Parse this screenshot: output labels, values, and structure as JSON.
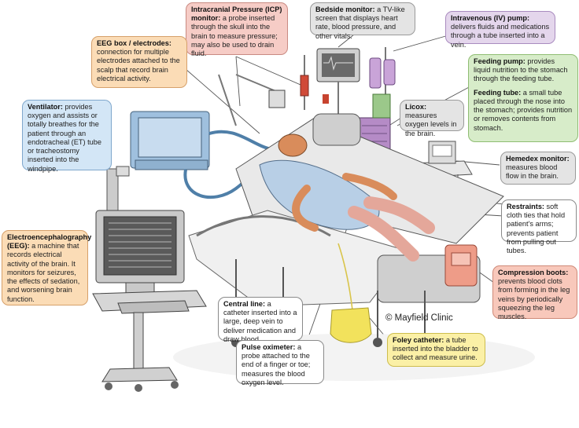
{
  "copyright": "© Mayfield Clinic",
  "callouts": {
    "icp": {
      "title": "Intracranial Pressure (ICP) monitor:",
      "text": " a probe inserted through the skull into the brain to measure pressure; may also be used to drain fluid."
    },
    "bedside": {
      "title": "Bedside monitor:",
      "text": " a TV-like screen that displays heart rate, blood pressure, and other vitals."
    },
    "iv": {
      "title": "Intravenous (IV) pump:",
      "text": " delivers fluids and medications through a tube inserted into a vein."
    },
    "eegbox": {
      "title": "EEG box / electrodes:",
      "text": " connection for multiple electrodes attached to the scalp that record brain electrical activity."
    },
    "feeding": {
      "title": "Feeding pump:",
      "text": " provides liquid nutrition to the stomach through the feeding tube.",
      "title2": "Feeding tube:",
      "text2": " a small tube placed through the nose into the stomach; provides nutrition or removes contents from stomach."
    },
    "ventilator": {
      "title": "Ventilator:",
      "text": " provides oxygen and assists or totally breathes for the patient through an endotracheal (ET) tube or tracheostomy inserted into the windpipe."
    },
    "licox": {
      "title": "Licox:",
      "text": " measures oxygen levels in the brain."
    },
    "hemedex": {
      "title": "Hemedex monitor:",
      "text": " measures blood flow in the brain."
    },
    "restraints": {
      "title": "Restraints:",
      "text": " soft cloth ties that hold patient's arms; prevents patient from pulling out tubes."
    },
    "eeg": {
      "title": "Electroencephalography (EEG):",
      "text": " a machine that records electrical activity of the brain. It monitors for seizures, the effects of sedation, and worsening brain function."
    },
    "compression": {
      "title": "Compression boots:",
      "text": " prevents blood clots from forming in the leg veins by periodically squeezing the leg muscles."
    },
    "centralline": {
      "title": "Central line:",
      "text": " a catheter inserted into a large, deep vein to deliver medication and draw blood."
    },
    "pulseox": {
      "title": "Pulse oximeter:",
      "text": " a probe attached to the end of a finger or toe; measures the blood oxygen level."
    },
    "foley": {
      "title": "Foley catheter:",
      "text": " a tube inserted into the bladder to collect and measure urine."
    }
  }
}
